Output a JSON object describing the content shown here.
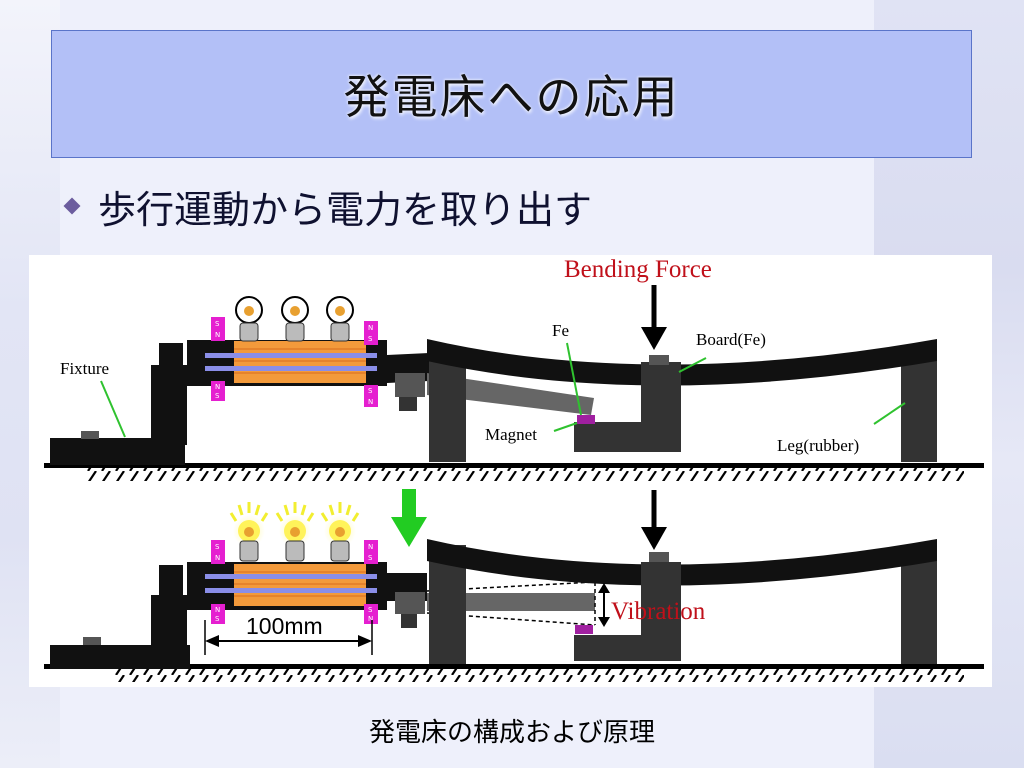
{
  "slide": {
    "title": "発電床への応用",
    "bullet": "歩行運動から電力を取り出す",
    "caption": "発電床の構成および原理"
  },
  "figure": {
    "bending_force": "Bending Force",
    "fe": "Fe",
    "board": "Board(Fe)",
    "fixture": "Fixture",
    "magnet": "Magnet",
    "leg": "Leg(rubber)",
    "vibration": "Vibration",
    "length": "100mm",
    "pole_n": "N",
    "pole_s": "S"
  },
  "colors": {
    "title_bg": "#b3c0f7",
    "title_border": "#5a74c9",
    "bullet_mark": "#6c5d9e",
    "label_red": "#c0101a",
    "magnet_magenta": "#e51fd0",
    "coil_orange": "#f39a3b",
    "rod_blue": "#8a8ee8",
    "green_arrow": "#22cc22",
    "lead_green": "#2fc22f"
  }
}
